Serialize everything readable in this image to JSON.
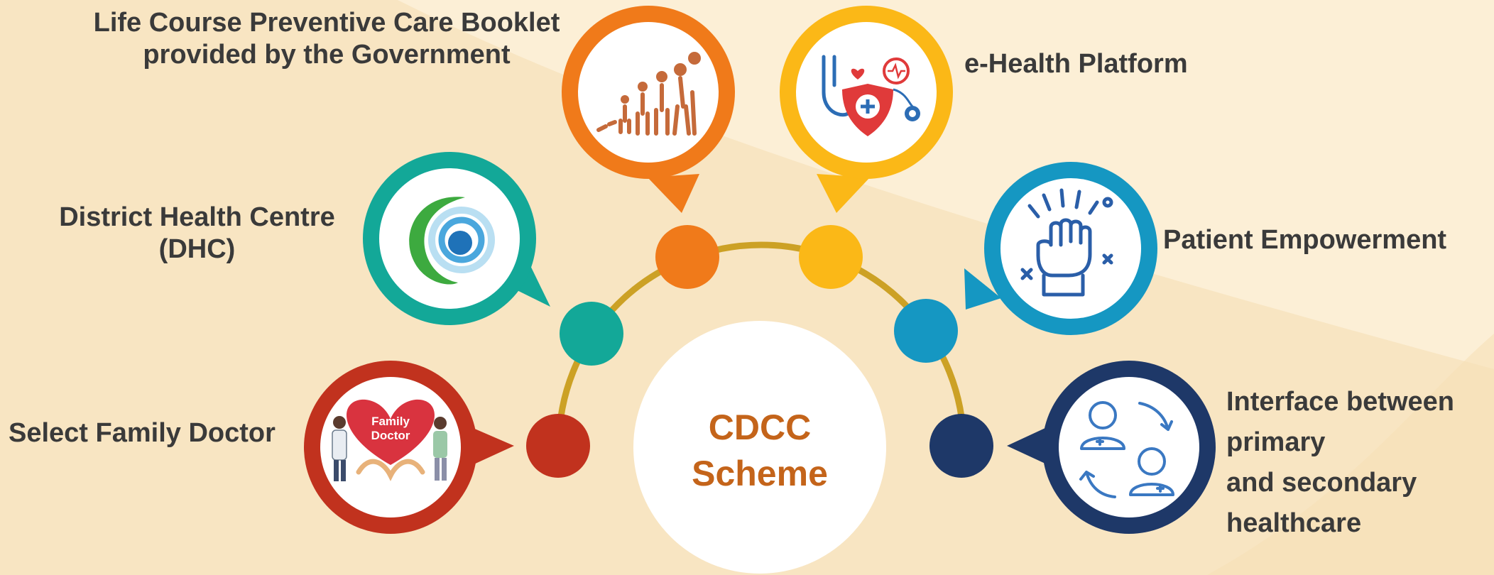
{
  "center": {
    "line1": "CDCC",
    "line2": "Scheme"
  },
  "items": [
    {
      "id": "family-doctor",
      "label": "Select Family Doctor",
      "color": "#c1321e",
      "icon": "family-doctor-icon",
      "icon_text": [
        "Family",
        "Doctor"
      ]
    },
    {
      "id": "dhc",
      "label_lines": [
        "District Health Centre",
        "(DHC)"
      ],
      "color": "#13a898",
      "icon": "dhc-logo-icon"
    },
    {
      "id": "booklet",
      "label_lines": [
        "Life Course Preventive Care Booklet",
        "provided by the Government"
      ],
      "color": "#f07a1a",
      "icon": "life-course-icon"
    },
    {
      "id": "ehealth",
      "label": "e-Health Platform",
      "color": "#fbb817",
      "icon": "ehealth-icon"
    },
    {
      "id": "empowerment",
      "label": "Patient Empowerment",
      "color": "#1597c2",
      "icon": "raised-fist-icon"
    },
    {
      "id": "interface",
      "label_lines": [
        "Interface between",
        "primary",
        "and secondary",
        "healthcare"
      ],
      "color": "#1e3868",
      "icon": "interface-icon"
    }
  ],
  "colors": {
    "background": "#fcefd6",
    "arc": "#cca125",
    "center_text": "#c4641a",
    "label_text": "#3a3a3a"
  }
}
